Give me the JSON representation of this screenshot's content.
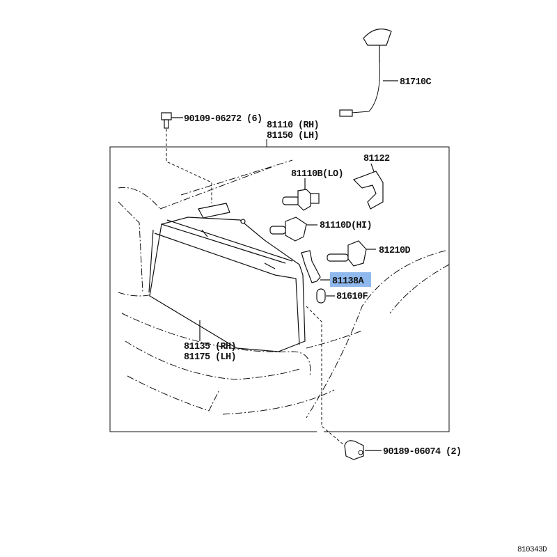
{
  "diagram": {
    "callouts": {
      "antenna": "81710C",
      "bolt": "90109-06272 (6)",
      "headlamp_rh": "81110 (RH)",
      "headlamp_lh": "81150 (LH)",
      "bracket": "81122",
      "bulb_lo": "81110B(LO)",
      "bulb_hi": "81110D(HI)",
      "bulb_fog": "81210D",
      "socket_selected": "81138A",
      "bulb_small": "81610F",
      "lens_rh": "81135 (RH)",
      "lens_lh": "81175 (LH)",
      "nut": "90189-06074 (2)"
    },
    "figure_id": "810343D",
    "highlight_color": "#8fb8ec"
  }
}
